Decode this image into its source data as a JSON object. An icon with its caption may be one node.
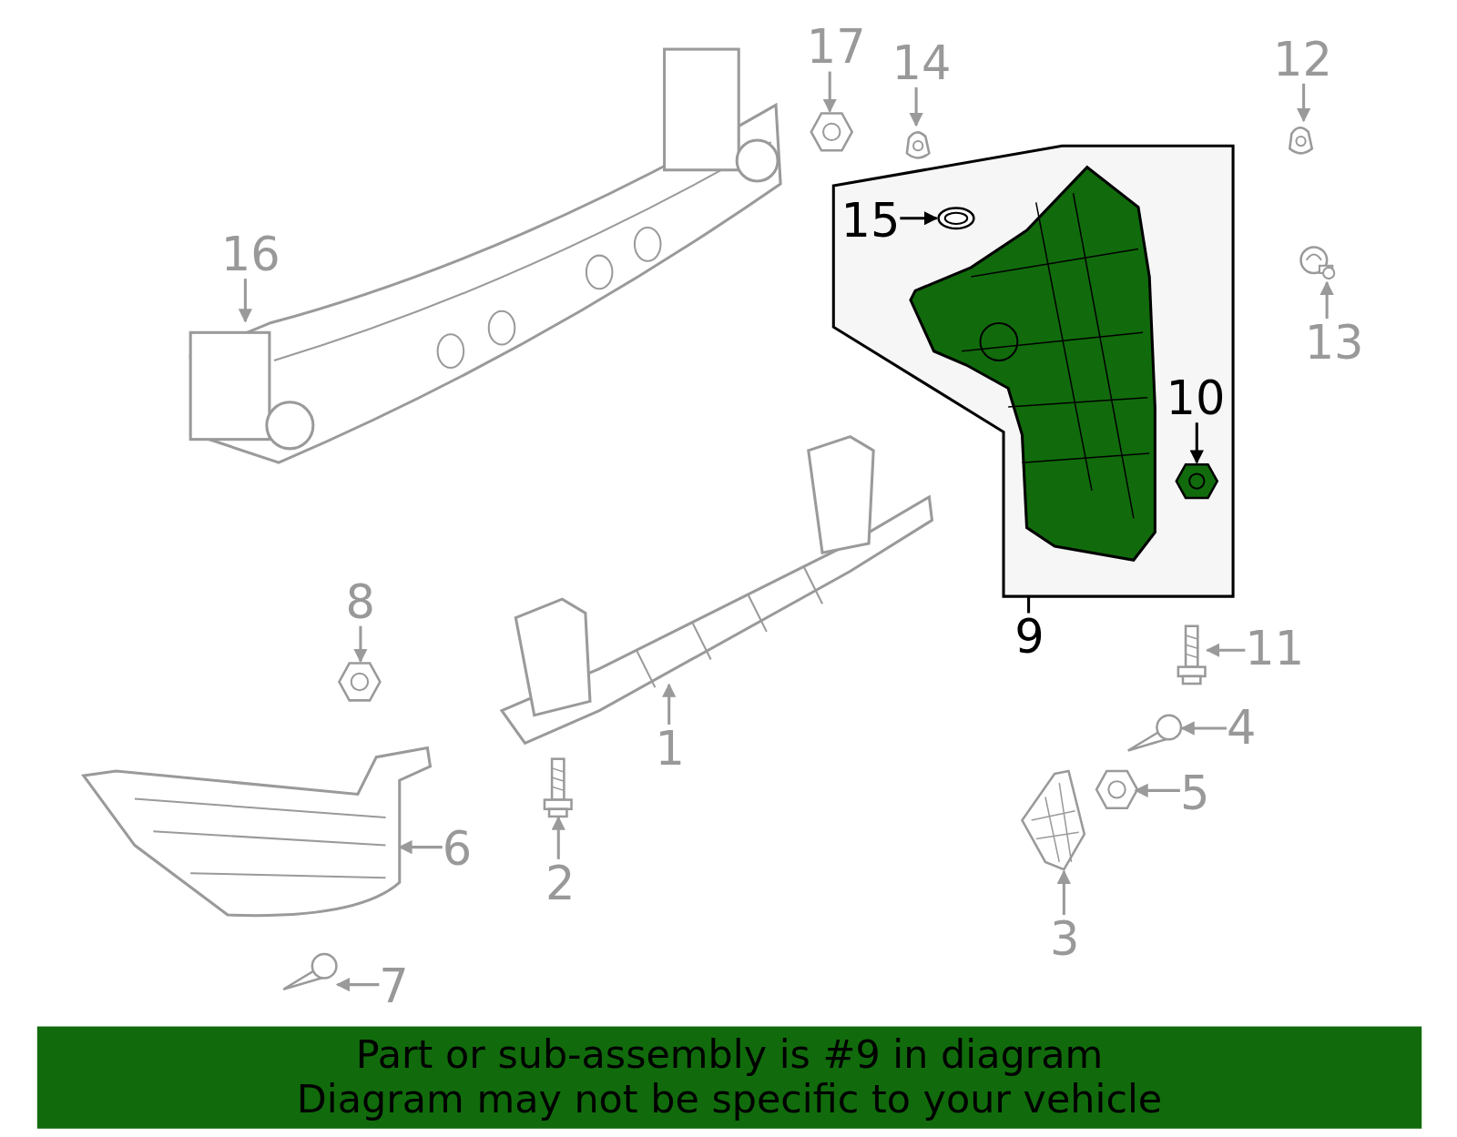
{
  "diagram": {
    "nodes": [
      {
        "text": [
          "17"
        ]
      },
      {
        "text": [
          "14"
        ]
      },
      {
        "text": [
          "12"
        ]
      },
      {
        "text": [],
        "shape": "box"
      },
      {
        "text": [
          "15"
        ],
        "in": 3
      },
      {
        "text": [],
        "shape": "picture",
        "in": 3
      },
      {
        "text": [],
        "shape": "picture",
        "in": 3
      },
      {
        "text": [
          "10"
        ],
        "in": 3
      },
      {
        "text": [],
        "shape": "picture",
        "in": 3
      },
      {
        "text": [
          "16"
        ]
      },
      {
        "text": [],
        "shape": "picture"
      },
      {
        "text": [],
        "shape": "picture"
      },
      {
        "text": [],
        "shape": "picture"
      },
      {
        "text": [],
        "shape": "picture"
      },
      {
        "text": [],
        "shape": "picture"
      },
      {
        "text": [
          "13"
        ]
      },
      {
        "text": [
          "9"
        ]
      },
      {
        "text": [
          "8"
        ]
      },
      {
        "text": [],
        "shape": "picture"
      },
      {
        "text": [],
        "shape": "picture"
      },
      {
        "text": [
          "1"
        ]
      },
      {
        "text": [
          "11"
        ]
      },
      {
        "text": [],
        "shape": "picture"
      },
      {
        "text": [
          "4"
        ]
      },
      {
        "text": [],
        "shape": "picture"
      },
      {
        "text": [
          "5"
        ]
      },
      {
        "text": [],
        "shape": "picture"
      },
      {
        "text": [],
        "shape": "picture"
      },
      {
        "text": [
          "6"
        ]
      },
      {
        "text": [],
        "shape": "picture"
      },
      {
        "text": [
          "2"
        ]
      },
      {
        "text": [],
        "shape": "picture"
      },
      {
        "text": [
          "3"
        ]
      },
      {
        "text": [],
        "shape": "picture"
      },
      {
        "text": [
          "7"
        ]
      }
    ],
    "edges": [
      {
        "from": 0,
        "to": 11,
        "arrow": "to"
      },
      {
        "from": 1,
        "to": 12,
        "arrow": "to"
      },
      {
        "from": 2,
        "to": 13,
        "arrow": "to"
      },
      {
        "from": 4,
        "to": 5,
        "arrow": "to",
        "color": "#000000"
      },
      {
        "from": 7,
        "to": 8,
        "arrow": "to",
        "color": "#000000"
      },
      {
        "from": 9,
        "to": 10,
        "arrow": "to"
      },
      {
        "from": 15,
        "to": 14,
        "arrow": "to"
      },
      {
        "from": 16,
        "to": 3,
        "arrow": "none",
        "color": "#000000"
      },
      {
        "from": 17,
        "to": 18,
        "arrow": "to"
      },
      {
        "from": 20,
        "to": 19,
        "arrow": "to"
      },
      {
        "from": 21,
        "to": 22,
        "arrow": "to"
      },
      {
        "from": 23,
        "to": 24,
        "arrow": "to"
      },
      {
        "from": 25,
        "to": 26,
        "arrow": "to"
      },
      {
        "from": 28,
        "to": 27,
        "arrow": "to"
      },
      {
        "from": 30,
        "to": 29,
        "arrow": "to"
      },
      {
        "from": 32,
        "to": 31,
        "arrow": "to"
      },
      {
        "from": 34,
        "to": 33,
        "arrow": "to"
      }
    ],
    "labels": [
      "Part or sub-assembly is #9 in diagram",
      "Diagram may not be specific to your vehicle"
    ]
  }
}
